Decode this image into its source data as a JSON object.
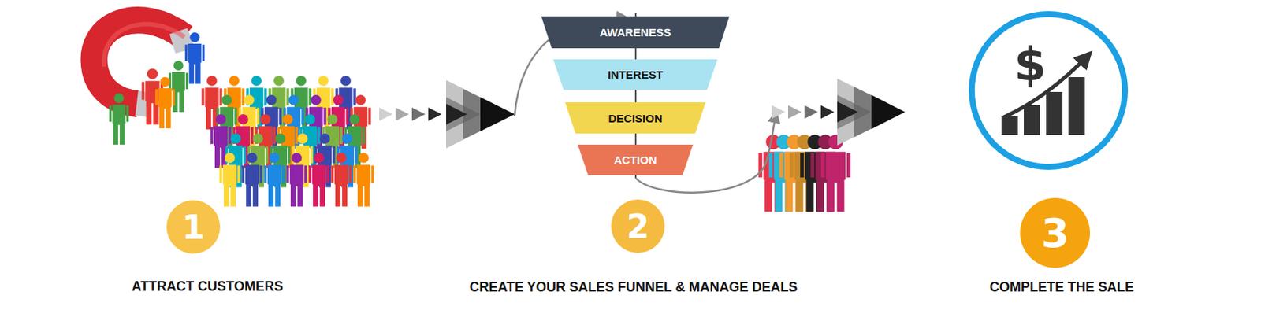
{
  "diagram": {
    "nodes": [
      {
        "text": [
          "1"
        ]
      },
      {
        "text": [
          "AWARENESS"
        ]
      },
      {
        "text": [
          "INTEREST"
        ]
      },
      {
        "text": [
          "DECISION"
        ]
      },
      {
        "text": [
          "ACTION"
        ]
      },
      {
        "text": [
          "2"
        ]
      },
      {
        "text": [
          "$"
        ]
      },
      {
        "text": [
          "3"
        ]
      }
    ],
    "labels": [
      "ATTRACT CUSTOMERS",
      "CREATE YOUR SALES FUNNEL & MANAGE DEALS",
      "COMPLETE THE SALE"
    ]
  }
}
